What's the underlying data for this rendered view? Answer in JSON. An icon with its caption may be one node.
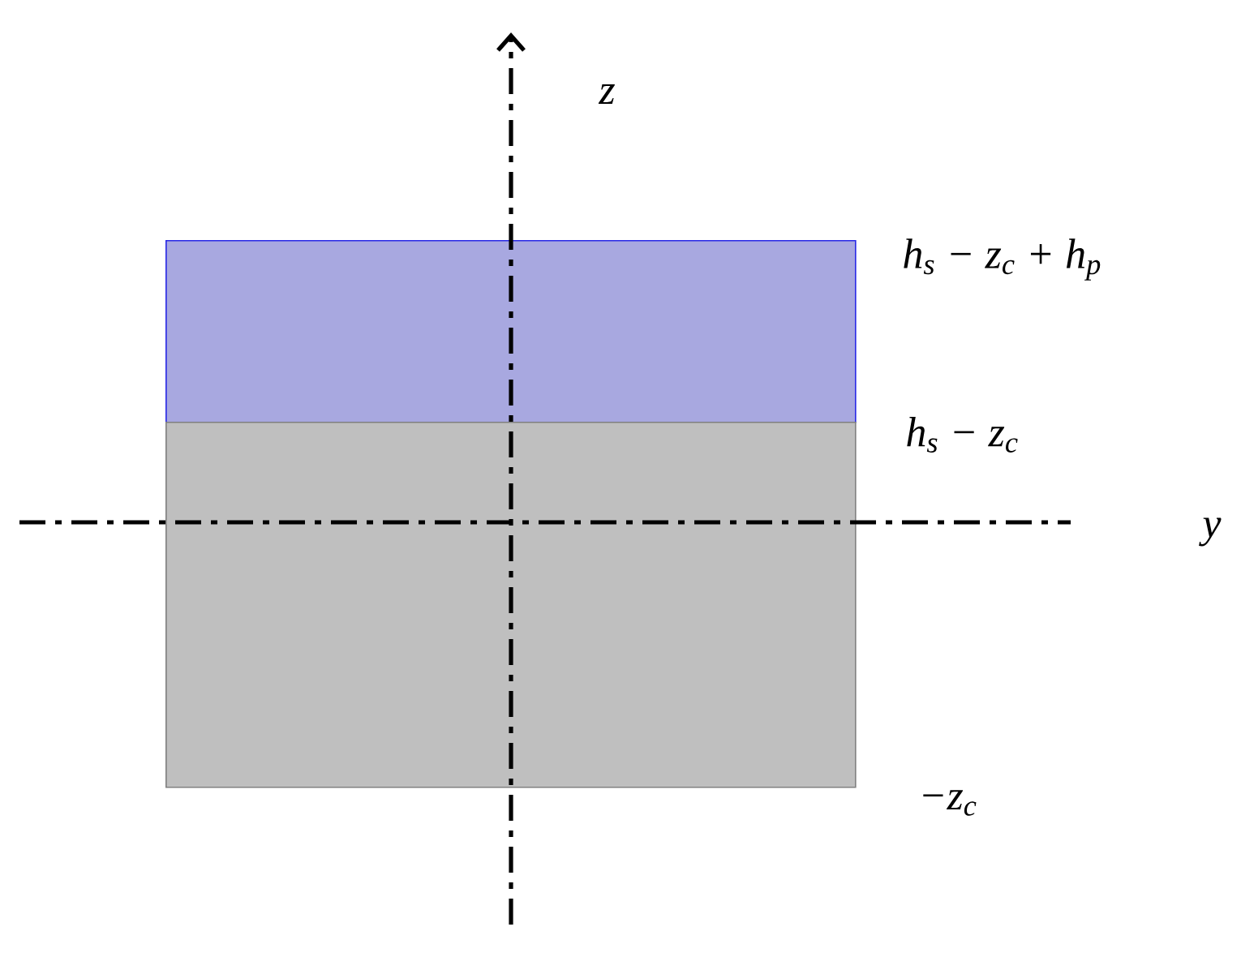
{
  "diagram": {
    "nodes": [
      {
        "text": [],
        "shape": "box"
      },
      {
        "text": [],
        "shape": "box"
      }
    ],
    "labels": [
      "z",
      "h$_{s}$ − z$_{c}$ + h$_{p}$",
      "h$_{s}$ − z$_{c}$",
      "y",
      "−z$_{c}$"
    ]
  }
}
